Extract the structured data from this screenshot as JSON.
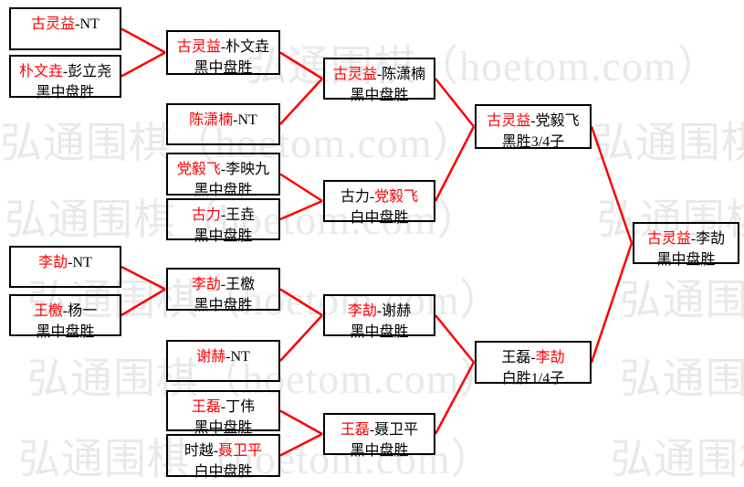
{
  "diagram": {
    "type": "tournament-bracket",
    "description_visible_text_only": true
  },
  "colors": {
    "winner_name": "#ff0000",
    "connector_line": "#ff0000",
    "box_border": "#000000",
    "box_text": "#000000",
    "watermark": "#e9e9e9",
    "background": "#ffffff"
  },
  "watermark": {
    "text": "弘通围棋（hoetom.com）"
  },
  "matches": [
    {
      "id": "a1",
      "pre": "",
      "winner": "古灵益",
      "post": "-NT",
      "result": ""
    },
    {
      "id": "a2",
      "pre": "",
      "winner": "朴文垚",
      "post": "-彭立尧",
      "result": "黑中盘胜"
    },
    {
      "id": "b1",
      "pre": "",
      "winner": "古灵益",
      "post": "-朴文垚",
      "result": "黑中盘胜"
    },
    {
      "id": "b2",
      "pre": "",
      "winner": "陈潇楠",
      "post": "-NT",
      "result": ""
    },
    {
      "id": "b3",
      "pre": "",
      "winner": "党毅飞",
      "post": "-李映九",
      "result": "黑中盘胜"
    },
    {
      "id": "b4",
      "pre": "",
      "winner": "古力",
      "post": "-王垚",
      "result": "黑中盘胜"
    },
    {
      "id": "c1",
      "pre": "",
      "winner": "古灵益",
      "post": "-陈潇楠",
      "result": "黑中盘胜"
    },
    {
      "id": "c2",
      "pre": "古力-",
      "winner": "党毅飞",
      "post": "",
      "result": "白中盘胜"
    },
    {
      "id": "d1",
      "pre": "",
      "winner": "古灵益",
      "post": "-党毅飞",
      "result": "黑胜3/4子"
    },
    {
      "id": "a3",
      "pre": "",
      "winner": "李劼",
      "post": "-NT",
      "result": ""
    },
    {
      "id": "a4",
      "pre": "",
      "winner": "王檄",
      "post": "-杨一",
      "result": "黑中盘胜"
    },
    {
      "id": "b5",
      "pre": "",
      "winner": "李劼",
      "post": "-王檄",
      "result": "黑中盘胜"
    },
    {
      "id": "b6",
      "pre": "",
      "winner": "谢赫",
      "post": "-NT",
      "result": ""
    },
    {
      "id": "b7",
      "pre": "",
      "winner": "王磊",
      "post": "-丁伟",
      "result": "黑中盘胜"
    },
    {
      "id": "b8",
      "pre": "时越-",
      "winner": "聂卫平",
      "post": "",
      "result": "白中盘胜"
    },
    {
      "id": "c3",
      "pre": "",
      "winner": "李劼",
      "post": "-谢赫",
      "result": "黑中盘胜"
    },
    {
      "id": "c4",
      "pre": "",
      "winner": "王磊",
      "post": "-聂卫平",
      "result": "黑中盘胜"
    },
    {
      "id": "d2",
      "pre": "王磊-",
      "winner": "李劼",
      "post": "",
      "result": "白胜1/4子"
    },
    {
      "id": "e",
      "pre": "",
      "winner": "古灵益",
      "post": "-李劼",
      "result": "黑中盘胜"
    }
  ]
}
